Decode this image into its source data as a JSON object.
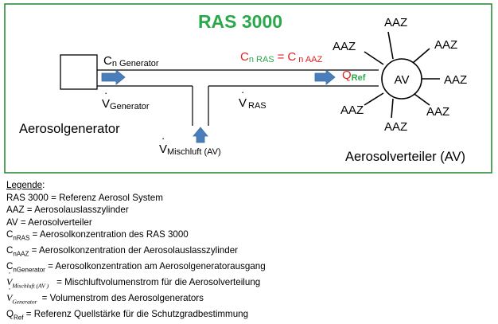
{
  "diagram": {
    "title": "RAS 3000",
    "generator_box_label": "Aerosolgenerator",
    "distributor_label": "Aerosolverteiler (AV)",
    "av_label": "AV",
    "aaz_label": "AAZ",
    "c_symbol": "C",
    "c_generator_sub": "n Generator",
    "c_ras_sub": "n RAS",
    "c_aaz_sub": "n AAZ",
    "equals": "=",
    "v_symbol": "V",
    "v_generator_sub": "Generator",
    "v_ras_sub": "RAS",
    "v_mix_sub": "Mischluft (AV)",
    "q_symbol": "Q",
    "q_sub": "Ref",
    "colors": {
      "frame": "#2e8b3a",
      "title": "#2aa84a",
      "ras": "#e02020",
      "arrow": "#4a7ebb",
      "q": "#e02020"
    }
  },
  "legend": {
    "heading": "Legende",
    "heading_suffix": ":",
    "ras": "RAS 3000 = Referenz Aerosol System",
    "aaz": "AAZ = Aerosolauslasszylinder",
    "av": "AV = Aerosolverteiler",
    "c_ras_sym": "C",
    "c_ras_sub": "nRAS",
    "c_ras_text": " = Aerosolkonzentration  des RAS 3000",
    "c_aaz_sym": "C",
    "c_aaz_sub": "nAAZ",
    "c_aaz_text": " = Aerosolkonzentration  der Aerosolauslasszylinder",
    "c_gen_sym": "C",
    "c_gen_sub": "nGenerator",
    "c_gen_text": " = Aerosolkonzentration am Aerosolgeneratorausgang",
    "v_mix_sym": "V",
    "v_mix_sub": "Mischluft   (AV  )",
    "v_mix_text": "= Mischluftvolumenstrom  für die Aerosolverteilung",
    "v_gen_sym": "V",
    "v_gen_sub": "Generator",
    "v_gen_text": "= Volumenstrom des Aerosolgenerators",
    "q_sym": "Q",
    "q_sub": "Ref",
    "q_text": " = Referenz  Quellstärke für die Schutzgradbestimmung"
  }
}
